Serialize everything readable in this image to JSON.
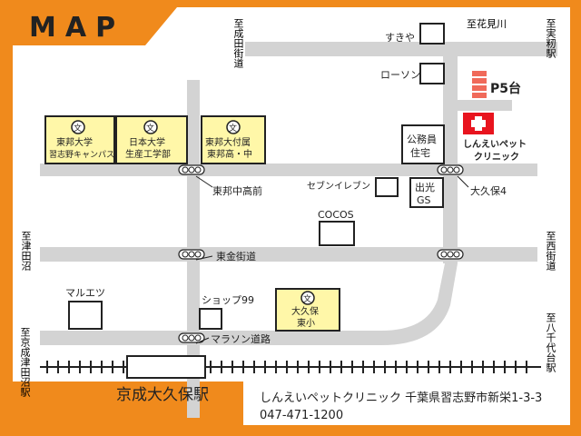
{
  "header": {
    "title": "MAP"
  },
  "colors": {
    "frame": "#f08a1c",
    "road": "#d3d3d3",
    "school": "#fff7a8",
    "parking": "#f06a5a",
    "clinic": "#e8141e",
    "text": "#222222"
  },
  "directions": {
    "narita": "至成田街道",
    "hanamigawa": "至花見川",
    "mimomi": "至実籾駅",
    "tsudanuma": "至津田沼",
    "nishikaido": "至西街道",
    "keisei_tsudanuma": "至京成津田沼駅",
    "yachiyodai": "至八千代台駅"
  },
  "buildings": {
    "sukiya": "すきや",
    "lawson": "ローソン",
    "koumuin": [
      "公務員",
      "住宅"
    ],
    "seven": "セブンイレブン",
    "idemitsu": [
      "出光",
      "GS"
    ],
    "cocos": "COCOS",
    "maruetsu": "マルエツ",
    "shop99": "ショップ99"
  },
  "schools": {
    "toho_univ": [
      "東邦大学",
      "習志野キャンパス"
    ],
    "nihon_univ": [
      "日本大学",
      "生産工学部"
    ],
    "toho_high": [
      "東邦大付属",
      "東邦高・中"
    ],
    "okubo_elem": [
      "大久保",
      "東小"
    ],
    "mark": "文"
  },
  "parking": {
    "label": "P5台"
  },
  "clinic": {
    "lines": [
      "しんえいペット",
      "クリニック"
    ]
  },
  "signals": {
    "tohochukoumae": "東邦中高前",
    "okubo4": "大久保4"
  },
  "roads": {
    "togane": "東金街道",
    "marathon": "マラソン道路"
  },
  "station": {
    "name": "京成大久保駅"
  },
  "footer": {
    "line1": "しんえいペットクリニック 千葉県習志野市新栄1-3-3",
    "phone": "047-471-1200"
  }
}
